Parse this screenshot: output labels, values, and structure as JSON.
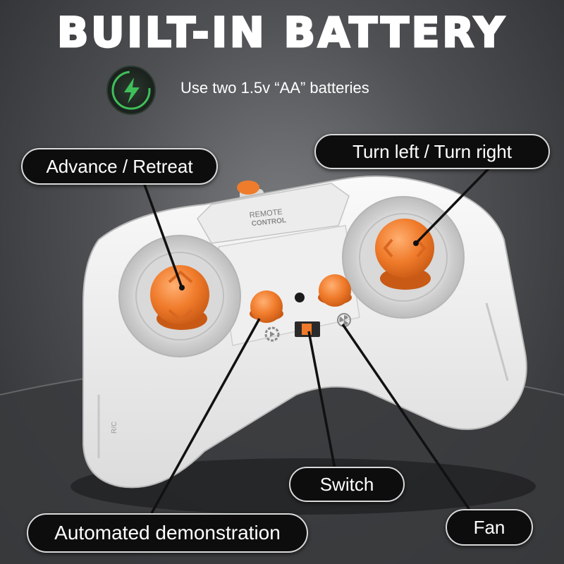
{
  "heading": "BUILT-IN BATTERY",
  "battery_note": "Use two 1.5v “AA” batteries",
  "controller": {
    "top_label_1": "REMOTE",
    "top_label_2": "CONTROL",
    "side_mark": "R/C"
  },
  "callouts": {
    "left_stick": "Advance / Retreat",
    "right_stick": "Turn left / Turn right",
    "switch": "Switch",
    "demo": "Automated demonstration",
    "fan": "Fan"
  },
  "colors": {
    "accent_orange": "#ee7a2a",
    "battery_green": "#3fbf5a",
    "controller_white": "#f3f3f3",
    "pill_bg": "#0d0d0e"
  },
  "icons": [
    "lightning-bolt-icon",
    "gear-play-icon",
    "fan-icon"
  ]
}
